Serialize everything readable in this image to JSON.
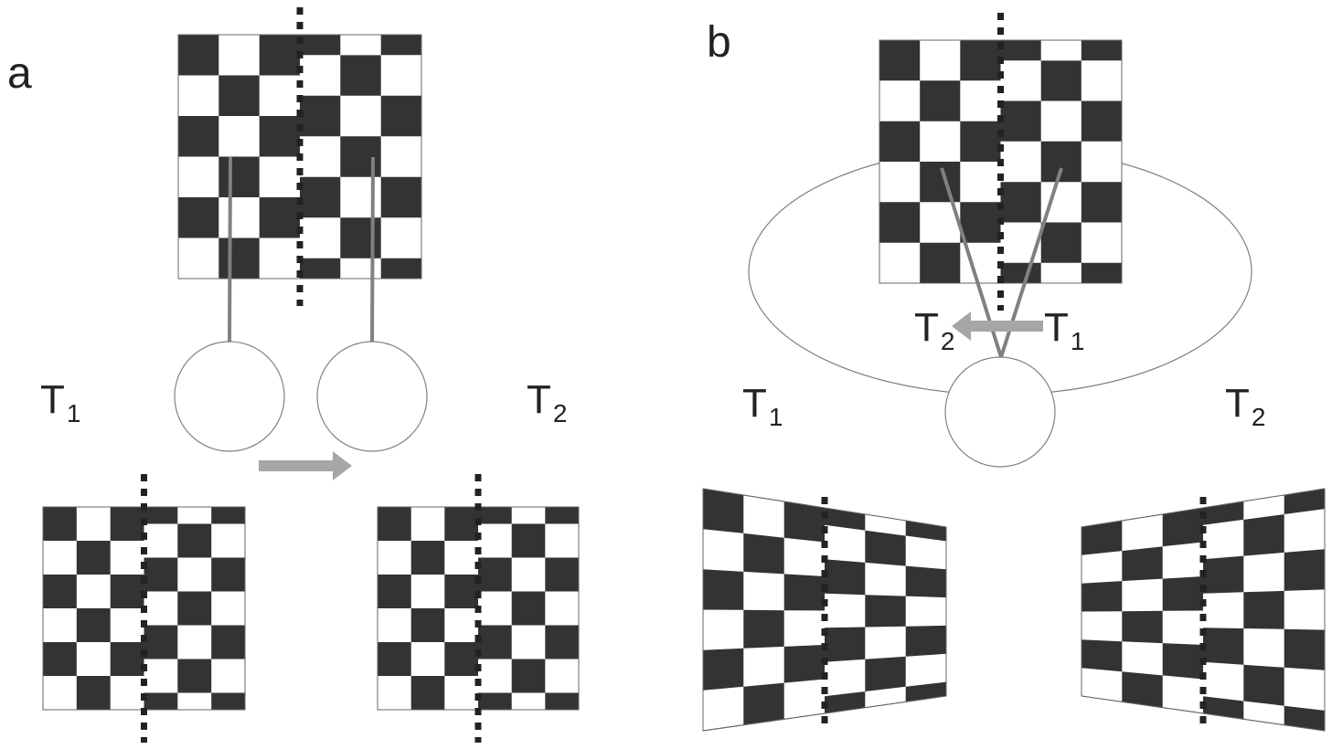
{
  "panels": {
    "a": {
      "label": "a",
      "t1": {
        "main": "T",
        "sub": "1"
      },
      "t2": {
        "main": "T",
        "sub": "2"
      }
    },
    "b": {
      "label": "b",
      "t1": {
        "main": "T",
        "sub": "1"
      },
      "t2": {
        "main": "T",
        "sub": "2"
      },
      "inner_t1": {
        "main": "T",
        "sub": "1"
      },
      "inner_t2": {
        "main": "T",
        "sub": "2"
      }
    }
  },
  "colors": {
    "dark_square": "#333333",
    "light_square": "#ffffff",
    "rod": "#808080",
    "arrow": "#a6a6a6",
    "outline": "#808080",
    "text": "#222222"
  }
}
